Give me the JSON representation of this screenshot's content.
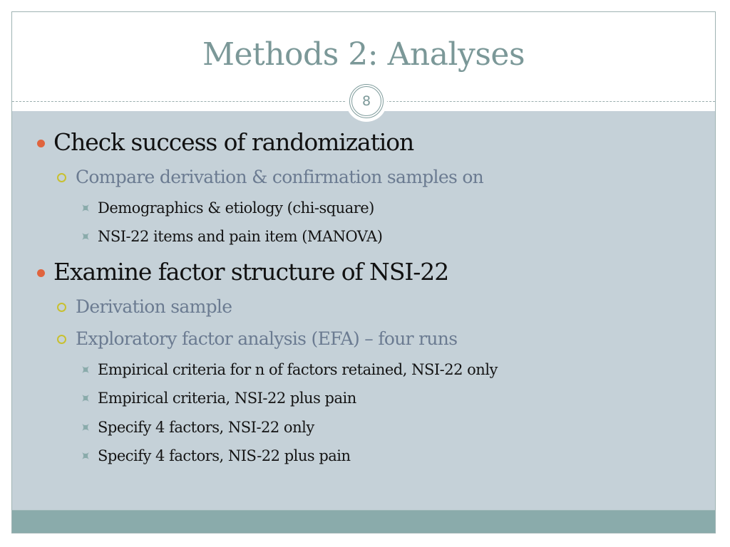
{
  "slide": {
    "title": "Methods 2: Analyses",
    "page_number": "8",
    "colors": {
      "title": "#7b9898",
      "content_background": "#c5d1d8",
      "footer_bar": "#8aabab",
      "bullet_level1": "#e0643e",
      "bullet_level2": "#c8c030",
      "bullet_level3": "#8aabab",
      "text_level2": "#6b7b91"
    },
    "bullets": [
      {
        "text": "Check success of randomization",
        "level": 1,
        "icon": "filled-circle-bullet"
      },
      {
        "text": "Compare derivation & confirmation samples on",
        "level": 2,
        "icon": "hollow-circle-bullet"
      },
      {
        "text": "Demographics & etiology (chi-square)",
        "level": 3,
        "icon": "four-point-star-bullet"
      },
      {
        "text": "NSI-22 items and pain item (MANOVA)",
        "level": 3,
        "icon": "four-point-star-bullet"
      },
      {
        "text": "Examine factor structure of NSI-22",
        "level": 1,
        "icon": "filled-circle-bullet"
      },
      {
        "text": "Derivation sample",
        "level": 2,
        "icon": "hollow-circle-bullet"
      },
      {
        "text": "Exploratory factor analysis (EFA) – four runs",
        "level": 2,
        "icon": "hollow-circle-bullet"
      },
      {
        "text": "Empirical criteria for n of factors retained, NSI-22 only",
        "level": 3,
        "icon": "four-point-star-bullet"
      },
      {
        "text": "Empirical criteria, NSI-22 plus pain",
        "level": 3,
        "icon": "four-point-star-bullet"
      },
      {
        "text": "Specify 4 factors, NSI-22 only",
        "level": 3,
        "icon": "four-point-star-bullet"
      },
      {
        "text": "Specify 4 factors, NIS-22 plus pain",
        "level": 3,
        "icon": "four-point-star-bullet"
      }
    ]
  }
}
